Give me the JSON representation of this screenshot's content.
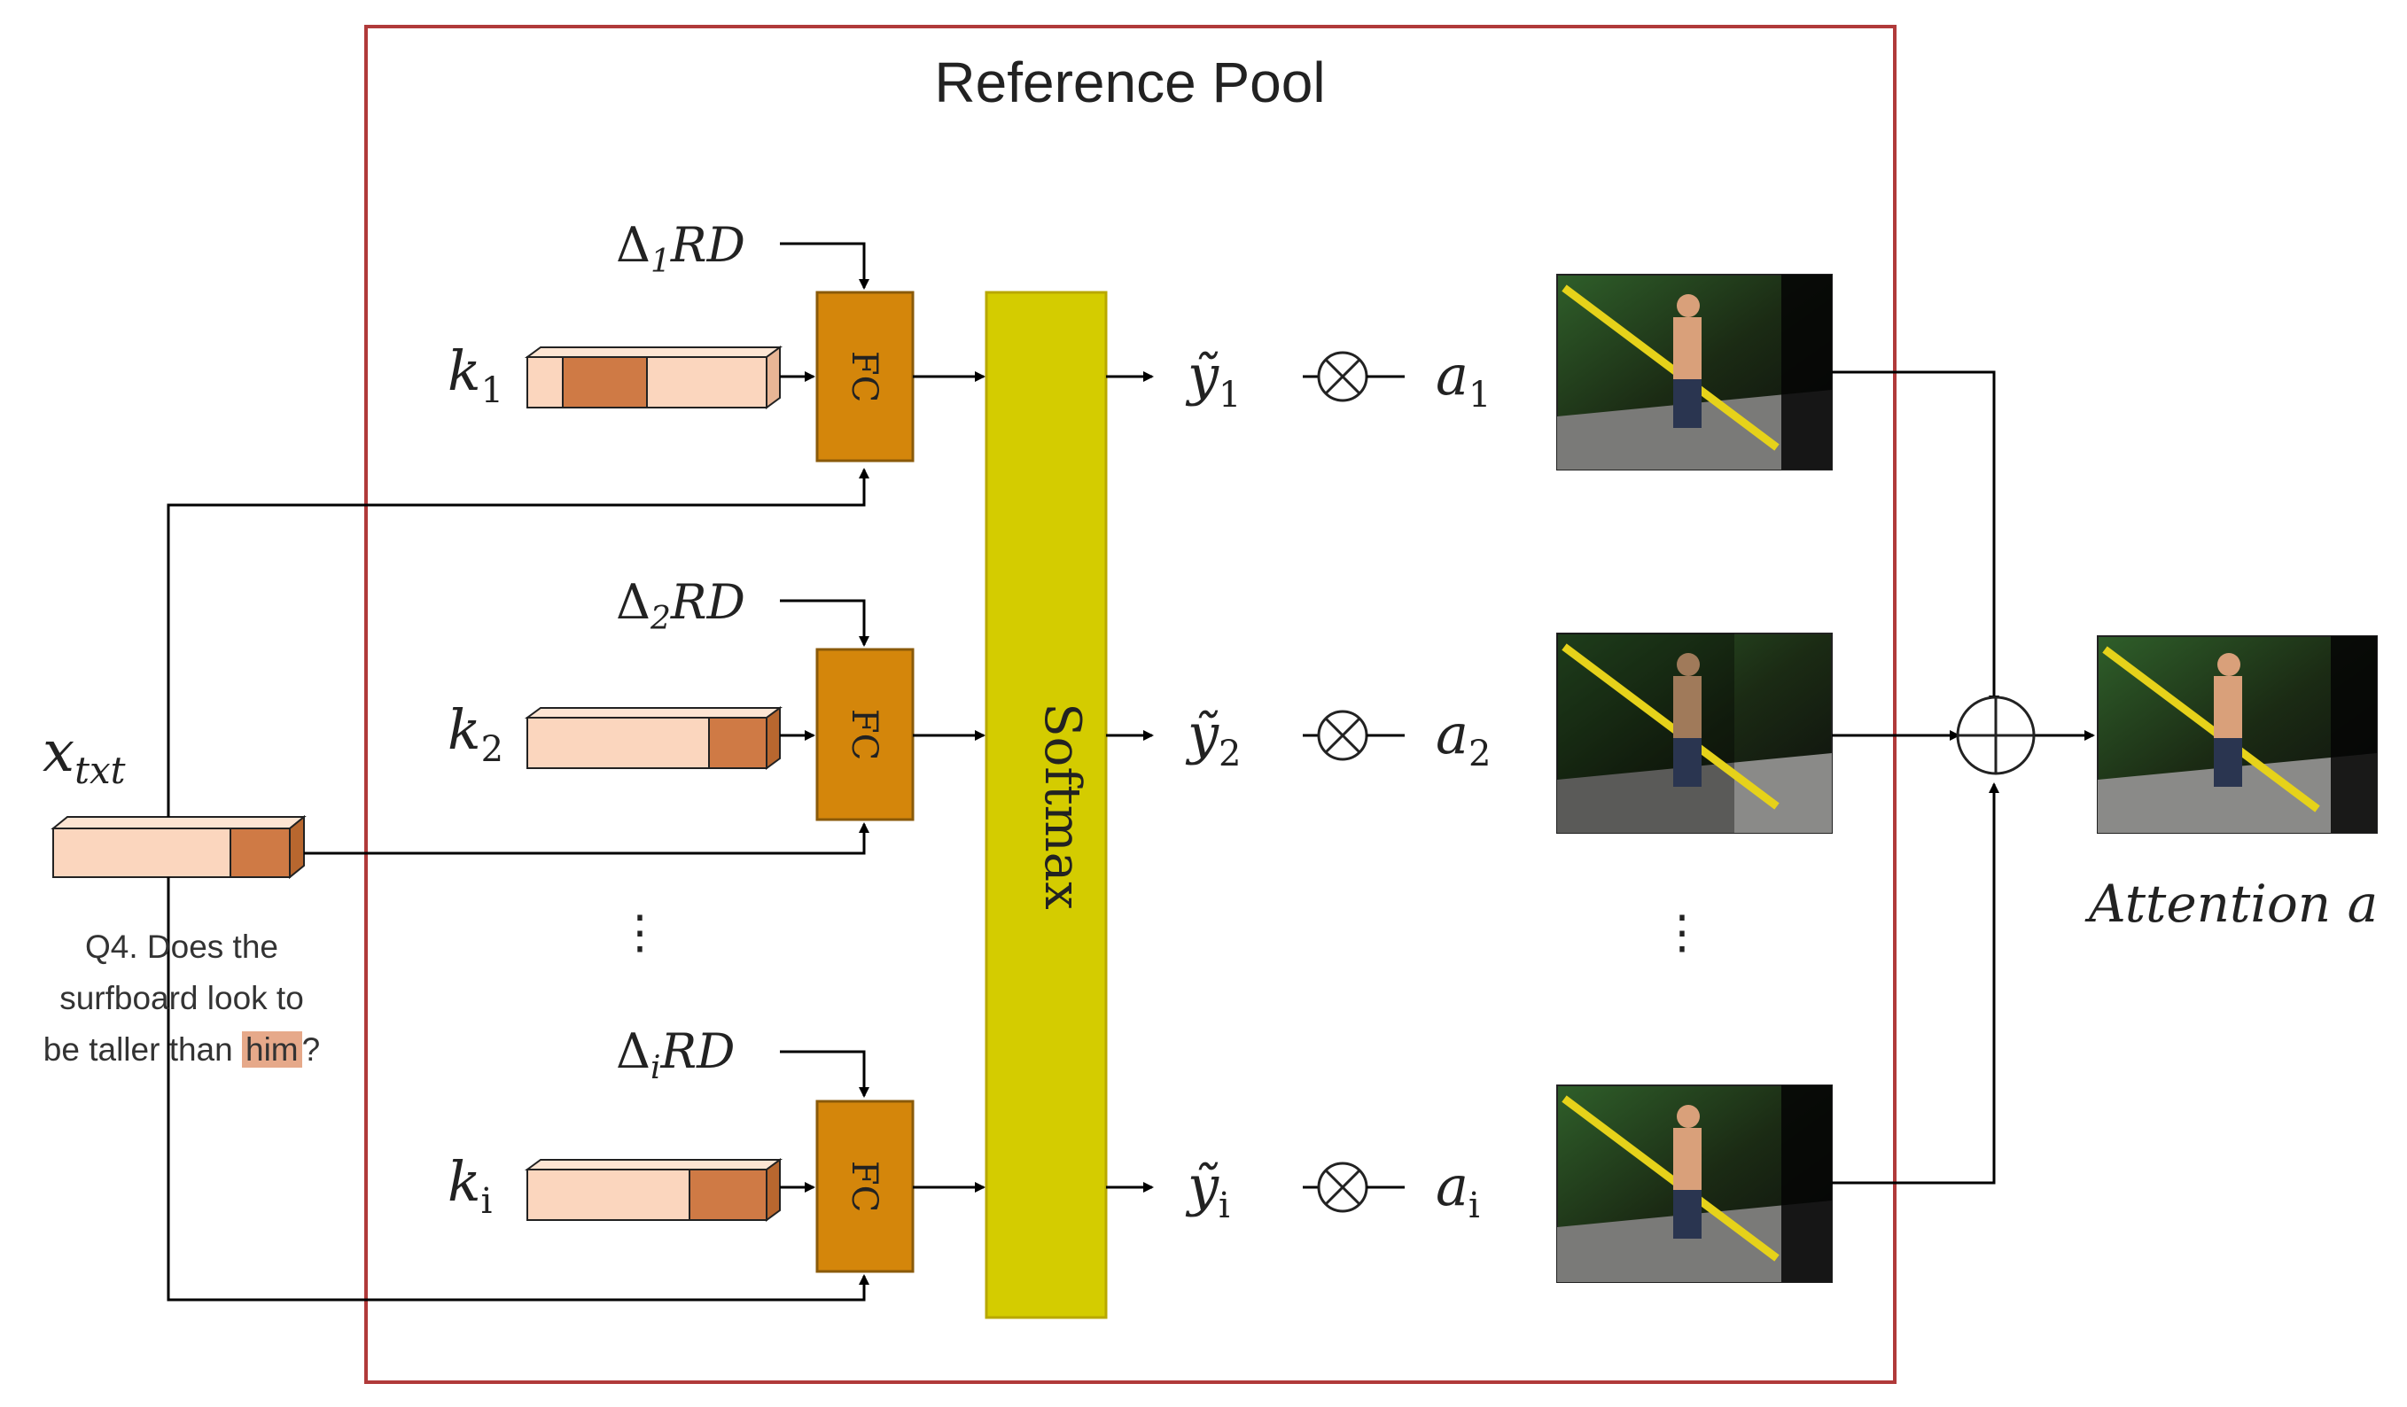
{
  "pool_title": "Reference Pool",
  "softmax_label": "Softmax",
  "fc_label": "FC",
  "input": {
    "symbol": "x",
    "subscript": "txt",
    "question_line1": "Q4. Does the",
    "question_line2": "surfboard look to",
    "question_line3_pre": "be taller than ",
    "question_highlight": "him",
    "question_line3_post": "?"
  },
  "rows": [
    {
      "delta_sub": "1",
      "k_sub": "1",
      "y_sub": "1",
      "a_sub": "1"
    },
    {
      "delta_sub": "2",
      "k_sub": "2",
      "y_sub": "2",
      "a_sub": "2"
    },
    {
      "delta_sub": "i",
      "k_sub": "i",
      "y_sub": "i",
      "a_sub": "i"
    }
  ],
  "delta_symbol": "Δ",
  "rd_text": "RD",
  "k_symbol": "k",
  "y_symbol": "ỹ",
  "a_symbol": "a",
  "ellipsis": "⋮",
  "output_label": "Attention a",
  "colors": {
    "frame": "#b03a3a",
    "fc_fill": "#d4860b",
    "softmax_fill": "#d4cc00",
    "bar_light": "#fbd6be",
    "bar_dark": "#cf7a45"
  }
}
